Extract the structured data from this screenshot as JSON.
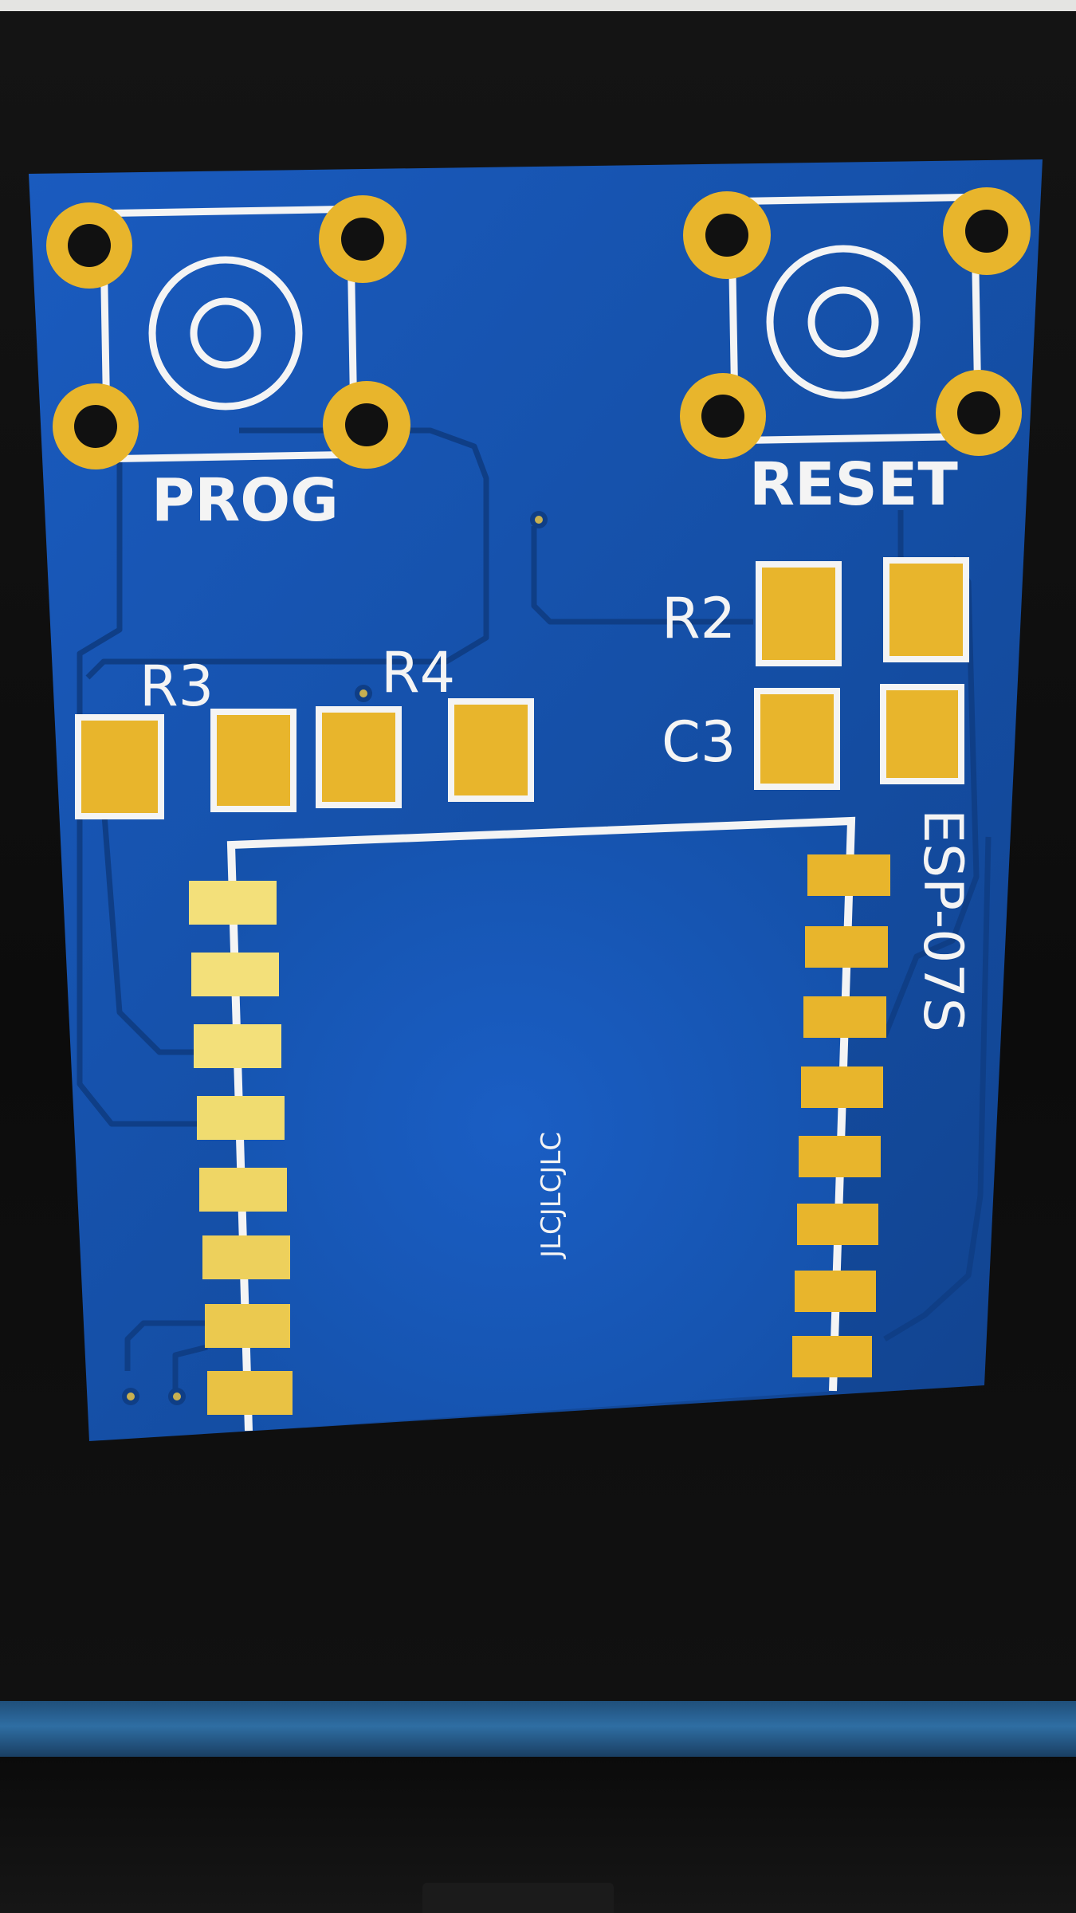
{
  "board": {
    "switch_prog_label": "PROG",
    "switch_reset_label": "RESET",
    "resistor_r2_label": "R2",
    "capacitor_c3_label": "C3",
    "resistor_r3_label": "R3",
    "resistor_r4_label": "R4",
    "module_label": "ESP-07S",
    "fab_marker": "JLCJLCJLC"
  },
  "colors": {
    "board": "#1550a8",
    "copper_pad": "#e8b52c",
    "silkscreen": "#f4f4f4",
    "monitor_bezel": "#0c0c0c"
  }
}
